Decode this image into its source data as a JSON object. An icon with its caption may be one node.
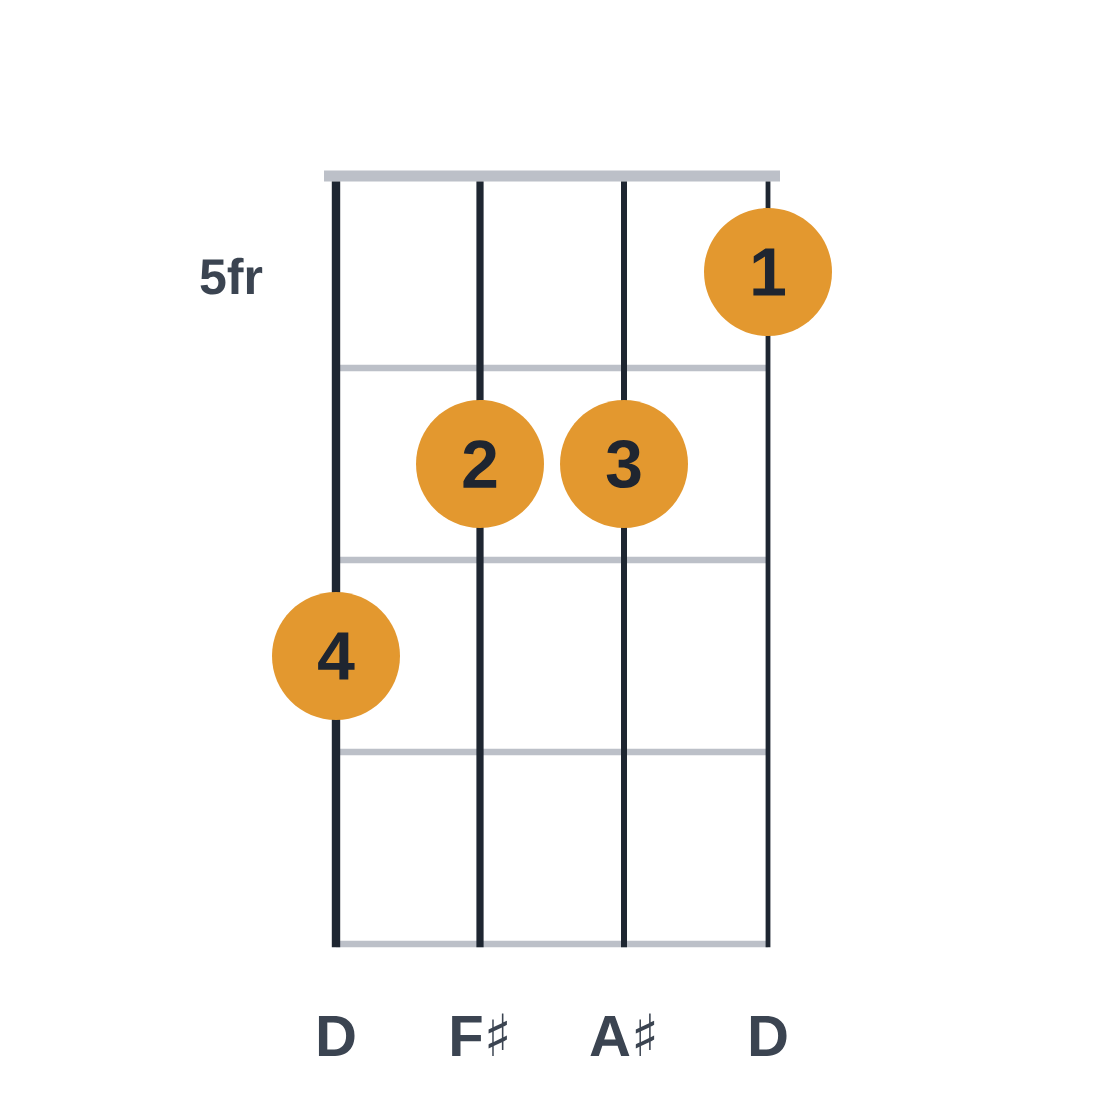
{
  "diagram": {
    "nodes": [
      {
        "text": [
          "1"
        ]
      },
      {
        "text": [
          "2"
        ]
      },
      {
        "text": [
          "3"
        ]
      },
      {
        "text": [
          "4"
        ]
      }
    ],
    "labels": [
      "5fr",
      "D",
      "F♯",
      "A♯",
      "D"
    ]
  }
}
